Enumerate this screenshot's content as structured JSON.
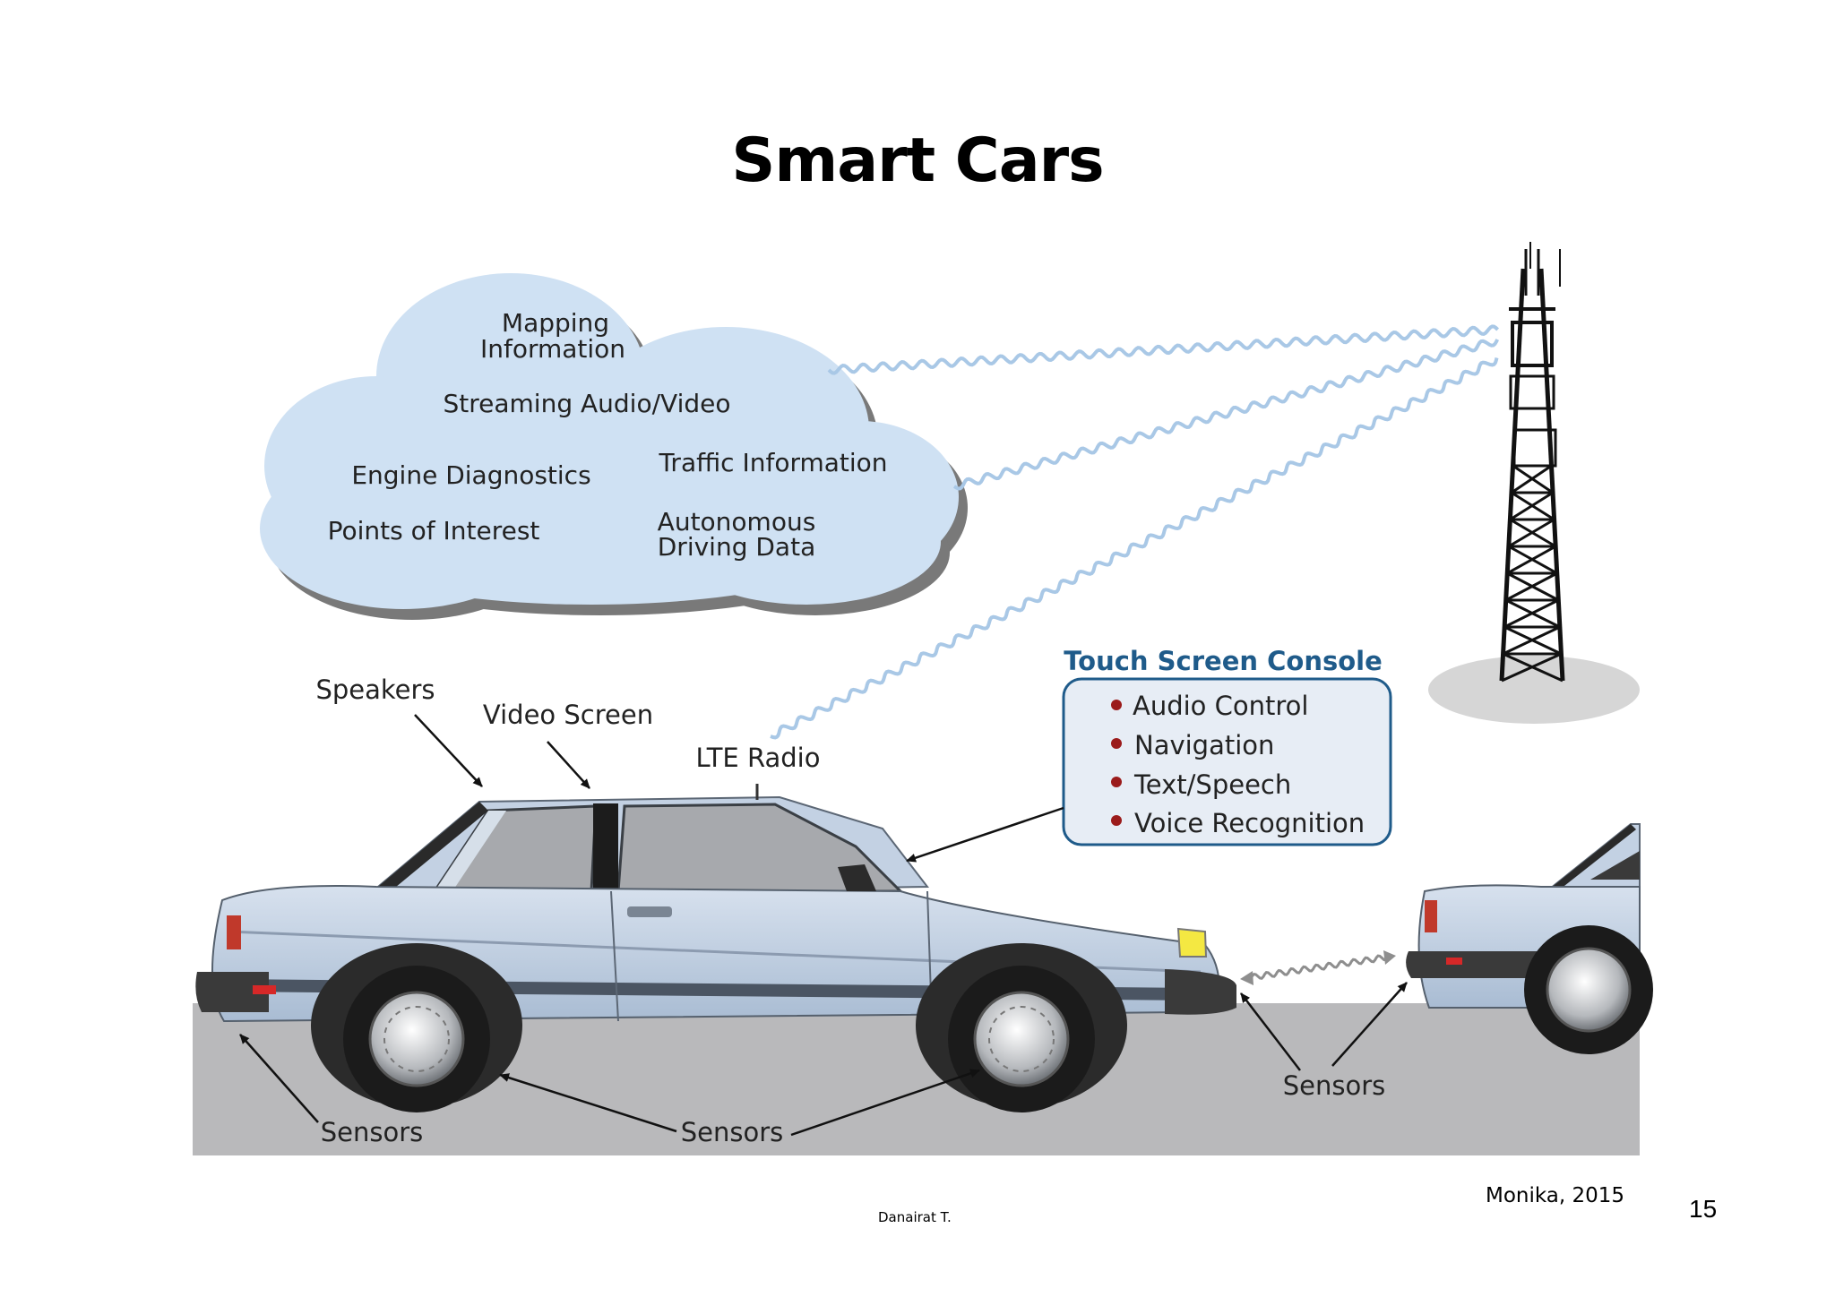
{
  "title": "Smart Cars",
  "cloud": {
    "items": [
      "Mapping",
      "Information",
      "Streaming Audio/Video",
      "Engine Diagnostics",
      "Traffic Information",
      "Points of Interest",
      "Autonomous",
      "Driving Data"
    ]
  },
  "labels": {
    "speakers": "Speakers",
    "video_screen": "Video Screen",
    "lte_radio": "LTE Radio",
    "sensors": "Sensors"
  },
  "console": {
    "title": "Touch Screen Console",
    "items": [
      "Audio Control",
      "Navigation",
      "Text/Speech",
      "Voice Recognition"
    ]
  },
  "footer": {
    "author": "Danairat T.",
    "source": "Monika, 2015",
    "page_number": "15"
  },
  "colors": {
    "car_body": "#c5d3e4",
    "cloud_fill": "#cfe1f3",
    "road": "#b9b9bb",
    "console_title": "#1f5b8a",
    "bullet": "#9b1b1b"
  }
}
